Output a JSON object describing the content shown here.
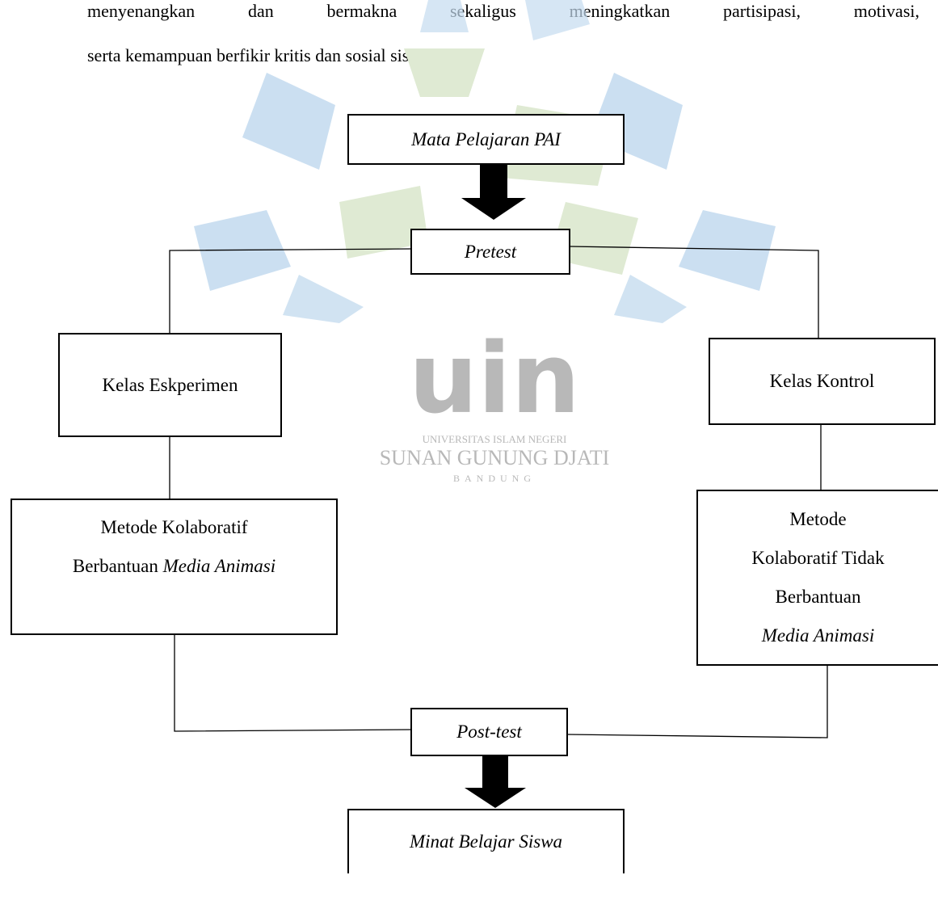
{
  "intro": {
    "line1": "menyenangkan dan bermakna sekaligus meningkatkan partisipasi, motivasi,",
    "line2": "serta kemampuan berfikir kritis dan sosial siswa."
  },
  "watermark": {
    "logo_text": "uin",
    "university_line": "UNIVERSITAS ISLAM NEGERI",
    "name_line": "SUNAN GUNUNG DJATI",
    "city_line": "BANDUNG",
    "colors": {
      "blue": "#c5dcef",
      "green": "#dfead3",
      "gray": "#b8b8b8"
    }
  },
  "diagram": {
    "subject": "Mata Pelajaran PAI",
    "pretest": "Pretest",
    "experiment_class": "Kelas Eskperimen",
    "control_class": "Kelas Kontrol",
    "experiment_method": {
      "plain": "Metode Kolaboratif",
      "prefix": "Berbantuan ",
      "italic": "Media Animasi"
    },
    "control_method": {
      "line1": "Metode",
      "line2": "Kolaboratif Tidak",
      "line3": "Berbantuan",
      "italic": "Media Animasi"
    },
    "posttest": "Post-test",
    "result": "Minat Belajar Siswa"
  }
}
